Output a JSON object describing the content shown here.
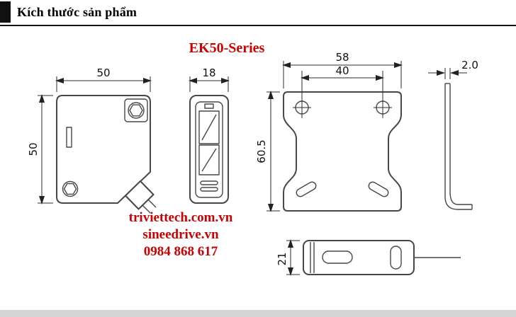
{
  "header": {
    "title": "Kích thước sản phẩm"
  },
  "series": {
    "title": "EK50-Series"
  },
  "dimensions": {
    "front_width": "50",
    "front_height": "50",
    "side_width": "18",
    "bracket_width": "58",
    "bracket_hole_spacing": "40",
    "bracket_height": "60.5",
    "bracket_thickness": "2.0",
    "plate_depth": "21"
  },
  "watermark": {
    "line1": "triviettech.com.vn",
    "line2": "sineedrive.vn",
    "line3": "0984 868 617"
  },
  "colors": {
    "accent_red": "#cc0000",
    "line": "#474747"
  }
}
